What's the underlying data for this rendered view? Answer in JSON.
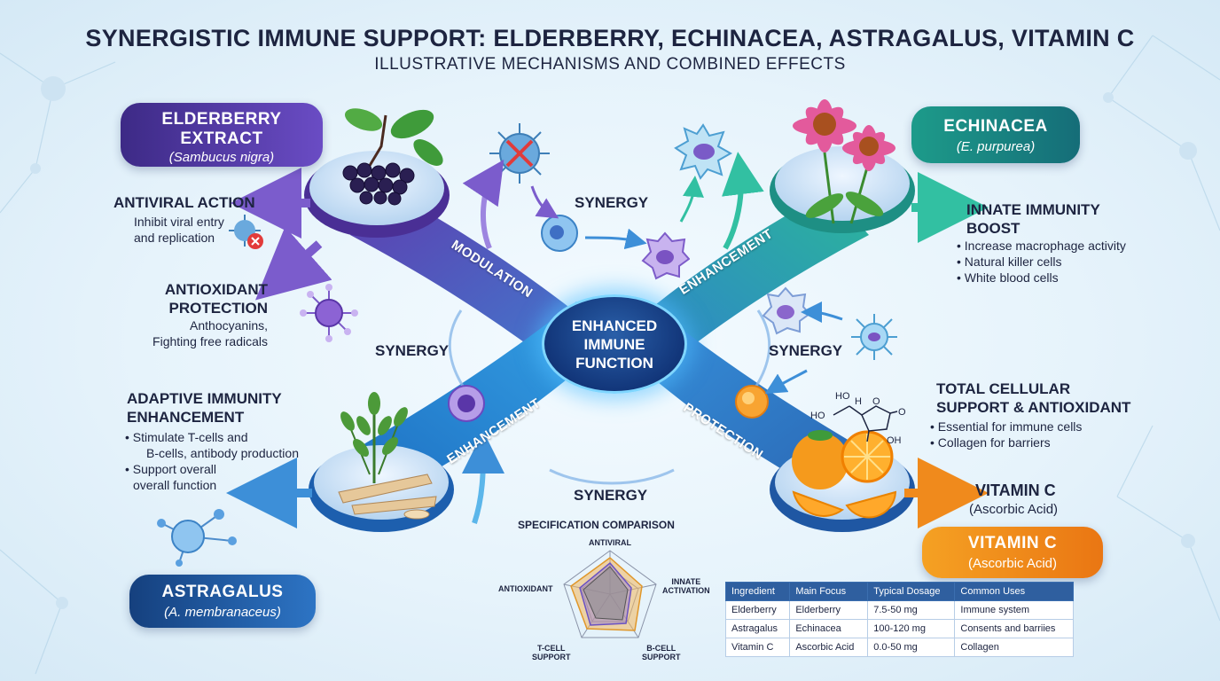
{
  "header": {
    "title": "SYNERGISTIC IMMUNE SUPPORT: ELDERBERRY, ECHINACEA, ASTRAGALUS, VITAMIN C",
    "subtitle": "ILLUSTRATIVE MECHANISMS AND COMBINED EFFECTS"
  },
  "banners": {
    "elderberry": {
      "title_line1": "ELDERBERRY",
      "title_line2": "EXTRACT",
      "latin": "(Sambucus nigra)"
    },
    "echinacea": {
      "title": "ECHINACEA",
      "latin": "(E. purpurea)"
    },
    "astragalus": {
      "title": "ASTRAGALUS",
      "latin": "(A. membranaceus)"
    },
    "vitamin_c": {
      "title": "VITAMIN C",
      "latin": "(Ascorbic Acid)"
    }
  },
  "center": {
    "line1": "ENHANCED",
    "line2": "IMMUNE",
    "line3": "FUNCTION"
  },
  "bands": {
    "top_left": "MODULATION",
    "top_right": "ENHANCEMENT",
    "bottom_left": "ENHANCEMENT",
    "bottom_right": "PROTECTION"
  },
  "synergy_labels": [
    "SYNERGY",
    "SYNERGY",
    "SYNERGY",
    "SYNERGY"
  ],
  "left_panels": {
    "antiviral": {
      "heading": "ANTIVIRAL ACTION",
      "body1": "Inhibit viral entry",
      "body2": "and replication"
    },
    "antioxidant": {
      "heading1": "ANTIOXIDANT",
      "heading2": "PROTECTION",
      "body1": "Anthocyanins,",
      "body2": "Fighting free radicals"
    },
    "adaptive": {
      "heading1": "ADAPTIVE IMMUNITY",
      "heading2": "ENHANCEMENT",
      "items": [
        "Stimulate T-cells and",
        "B-cells, antibody production",
        "Support overall",
        "overall function"
      ]
    }
  },
  "right_panels": {
    "innate": {
      "heading1": "INNATE IMMUNITY",
      "heading2": "BOOST",
      "items": [
        "Increase macrophage activity",
        "Natural killer cells",
        "White blood cells"
      ]
    },
    "cellular": {
      "heading1": "TOTAL CELLULAR",
      "heading2": "SUPPORT & ANTIOXIDANT",
      "items": [
        "Essential for immune cells",
        "Collagen for barriers"
      ]
    },
    "vitamin_c_label": {
      "title": "VITAMIN C",
      "sub": "(Ascorbic Acid)"
    }
  },
  "molecule_labels": {
    "oh1": "HO",
    "oh2": "HO",
    "oh3": "OH",
    "h": "H",
    "o1": "O",
    "o2": "O"
  },
  "spec_comparison": {
    "title": "SPECIFICATION COMPARISON",
    "axes": [
      "ANTIVIRAL",
      "INNATE ACTIVATION",
      "B-CELL SUPPORT",
      "T-CELL SUPPORT",
      "ANTIOXIDANT"
    ],
    "axis_display": {
      "innate1": "INNATE",
      "innate2": "ACTIVATION",
      "bcell1": "B-CELL",
      "bcell2": "SUPPORT",
      "tcell1": "T-CELL",
      "tcell2": "SUPPORT"
    }
  },
  "table": {
    "headers": [
      "Ingredient",
      "Main Focus",
      "Typical Dosage",
      "Common Uses"
    ],
    "rows": [
      [
        "Elderberry",
        "Elderberry",
        "7.5-50 mg",
        "Immune system"
      ],
      [
        "Astragalus",
        "Echinacea",
        "100-120 mg",
        "Consents and barriies"
      ],
      [
        "Vitamin C",
        "Ascorbic Acid",
        "0.0-50 mg",
        "Collagen"
      ]
    ]
  },
  "colors": {
    "purple": "#5b3fa6",
    "teal": "#1f9c8f",
    "blue": "#1f5fa3",
    "orange": "#f08a1c",
    "navy": "#12367a"
  }
}
